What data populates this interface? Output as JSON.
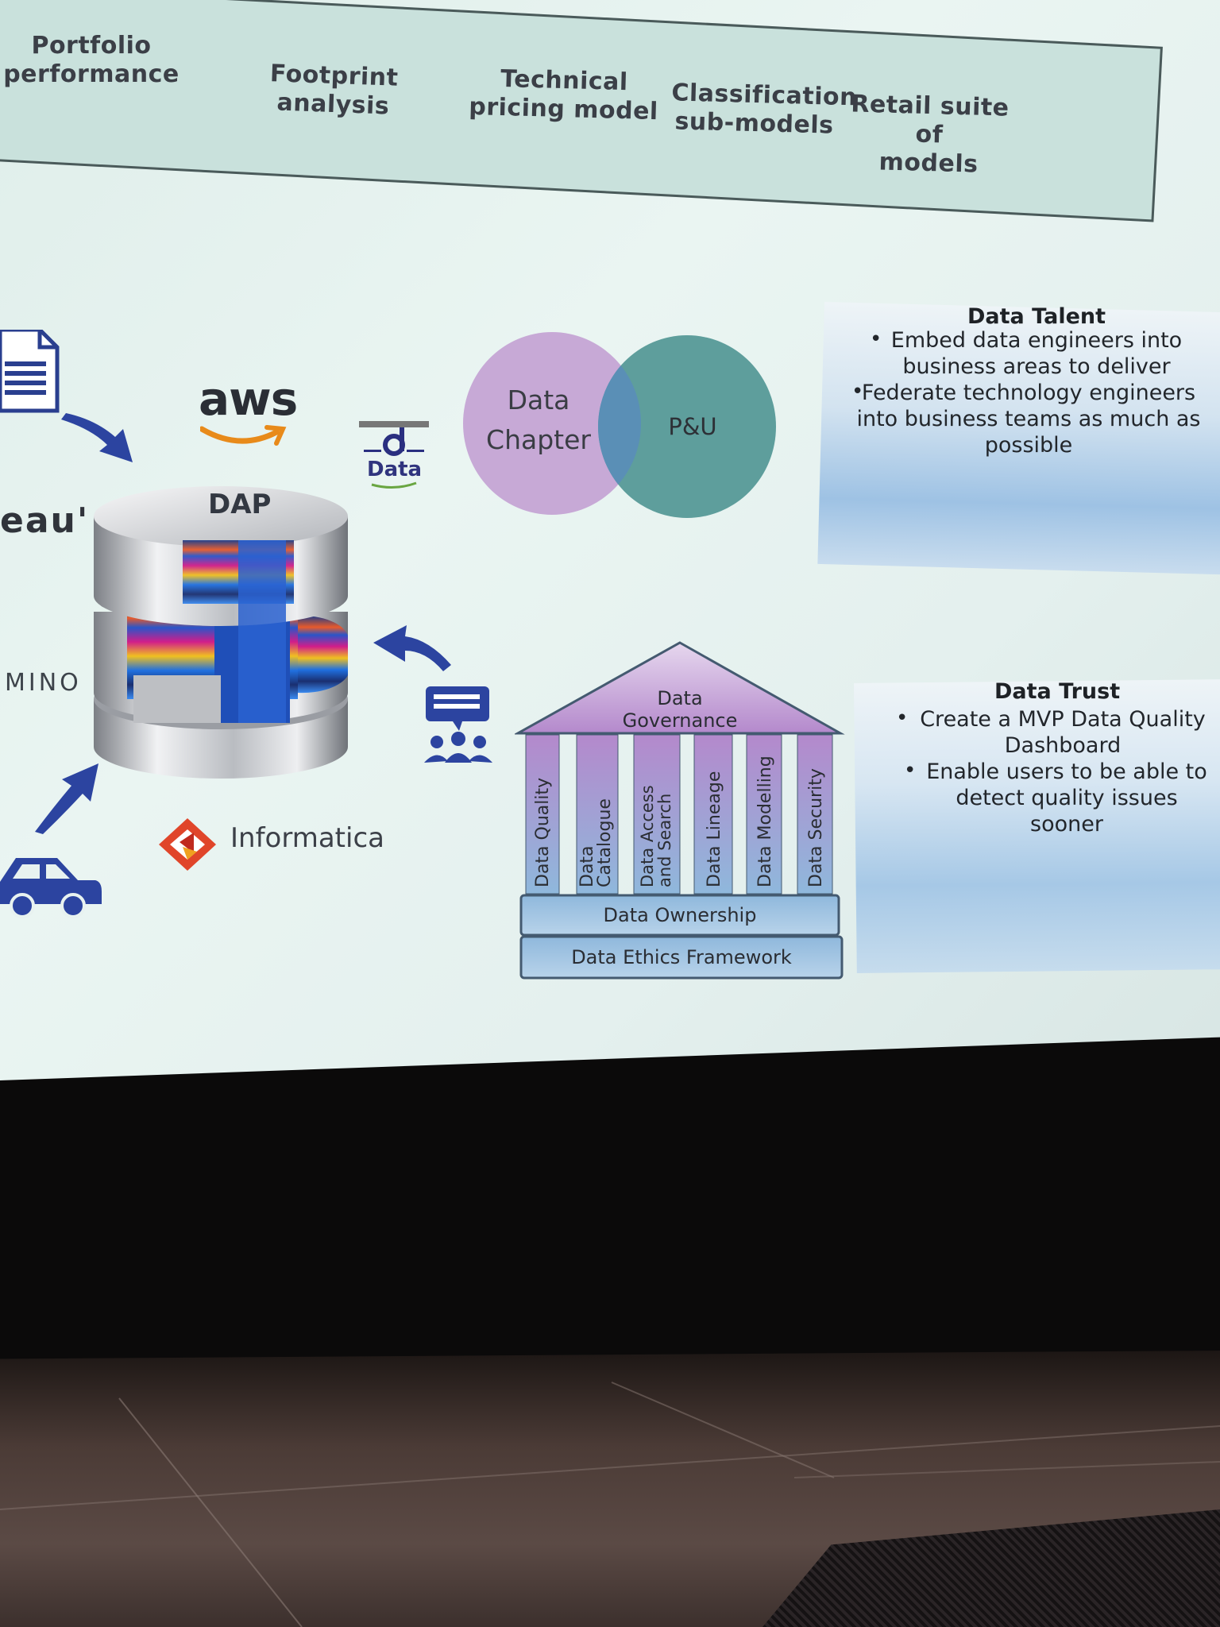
{
  "banner": {
    "items": [
      {
        "line1": "Portfolio",
        "line2": "performance"
      },
      {
        "line1": "Footprint analysis",
        "line2": ""
      },
      {
        "line1": "Technical",
        "line2": "pricing model"
      },
      {
        "line1": "Classification",
        "line2": "sub-models"
      },
      {
        "line1": "Retail suite of",
        "line2": "models"
      }
    ]
  },
  "platform": {
    "aws_label": "aws",
    "dap_label": "DAP",
    "data_academy_label": "Data",
    "partial_logo_left": "eau'",
    "partial_logo_mino": "MINO",
    "informatica_label": "Informatica"
  },
  "venn": {
    "left_line1": "Data",
    "left_line2": "Chapter",
    "right_label": "P&U",
    "colors": {
      "left": "#c7a9d6",
      "right": "#5e9e9c",
      "overlap": "#5a8fb6"
    }
  },
  "data_talent": {
    "title": "Data Talent",
    "bullets": [
      "Embed data engineers into business areas to deliver",
      "Federate technology engineers into business teams as much as possible"
    ]
  },
  "data_trust": {
    "title": "Data Trust",
    "bullets": [
      "Create a MVP Data Quality Dashboard",
      "Enable users to be able to detect quality issues sooner"
    ]
  },
  "governance": {
    "roof_line1": "Data",
    "roof_line2": "Governance",
    "pillars": [
      {
        "line1": "Data Quality",
        "line2": ""
      },
      {
        "line1": "Data",
        "line2": "Catalogue"
      },
      {
        "line1": "Data Access",
        "line2": "and Search"
      },
      {
        "line1": "Data Lineage",
        "line2": ""
      },
      {
        "line1": "Data Modelling",
        "line2": ""
      },
      {
        "line1": "Data Security",
        "line2": ""
      }
    ],
    "base1": "Data Ownership",
    "base2": "Data Ethics Framework",
    "colors": {
      "purple": "#b489cc",
      "blue": "#8fb8dc",
      "border": "#445a70"
    }
  }
}
